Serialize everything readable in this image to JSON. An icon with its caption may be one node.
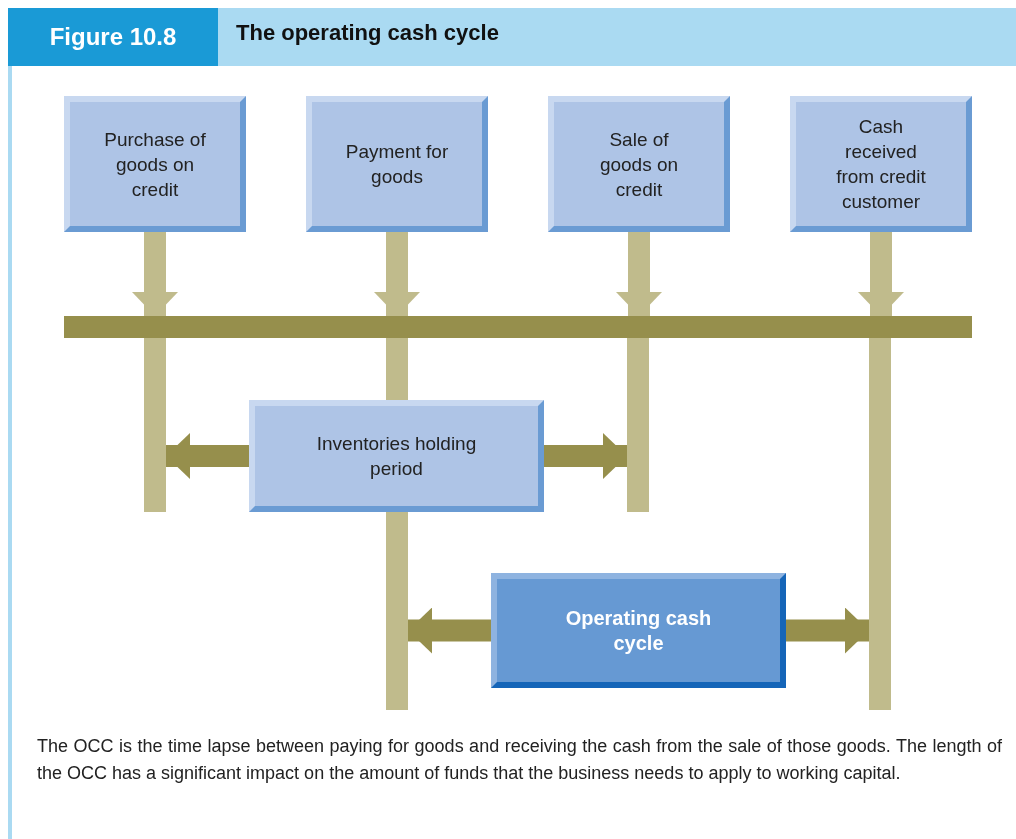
{
  "diagram": {
    "title": "The operating cash cycle",
    "caption": "The OCC is the time lapse between paying for goods and receiving the cash from the sale of those goods. The length of the OCC has a significant impact on the amount of funds that the business needs to apply to working capital.",
    "nodes": [
      {
        "text": [
          "Purchase of goods on credit"
        ]
      },
      {
        "text": [
          "Payment for goods"
        ]
      },
      {
        "text": [
          "Sale of goods on credit"
        ]
      },
      {
        "text": [
          "Cash received from credit customer"
        ]
      },
      {
        "text": [],
        "shape": "bar"
      },
      {
        "text": [],
        "shape": "bar"
      },
      {
        "text": [],
        "shape": "bar"
      },
      {
        "text": [],
        "shape": "bar"
      },
      {
        "text": [],
        "shape": "bar"
      },
      {
        "text": [
          "Inventories holding period"
        ]
      },
      {
        "text": [
          "Operating cash cycle"
        ]
      },
      {
        "text": [],
        "shape": "bar"
      }
    ],
    "edges": [
      {
        "from": 0,
        "to": 4,
        "arrow": "to",
        "color": "#c0bb8c"
      },
      {
        "from": 1,
        "to": 4,
        "arrow": "to",
        "color": "#c0bb8c"
      },
      {
        "from": 2,
        "to": 4,
        "arrow": "to",
        "color": "#c0bb8c"
      },
      {
        "from": 3,
        "to": 4,
        "arrow": "to",
        "color": "#c0bb8c"
      },
      {
        "from": 9,
        "to": 5,
        "arrow": "to",
        "color": "#968f4c"
      },
      {
        "from": 9,
        "to": 7,
        "arrow": "to",
        "color": "#968f4c"
      },
      {
        "from": 10,
        "to": 6,
        "arrow": "to",
        "color": "#968f4c"
      },
      {
        "from": 10,
        "to": 8,
        "arrow": "to",
        "color": "#968f4c"
      }
    ],
    "labels": [
      "Figure 10.8"
    ]
  }
}
